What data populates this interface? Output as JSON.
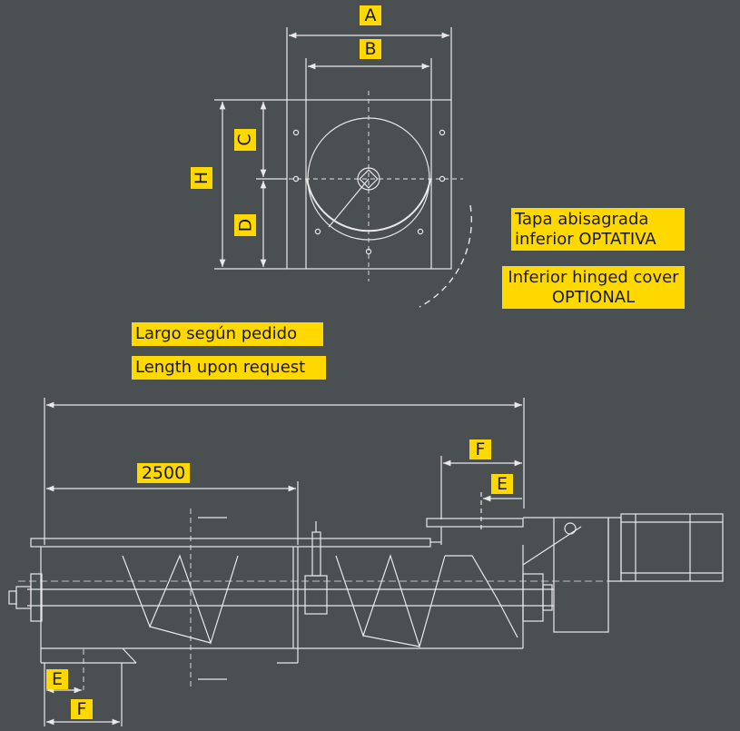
{
  "dimensions": {
    "a": "A",
    "b": "B",
    "c": "C",
    "d": "D",
    "h": "H",
    "f": "F",
    "e": "E",
    "section_length": "2500"
  },
  "notes": {
    "cover_es_line1": "Tapa abisagrada",
    "cover_es_line2": "inferior OPTATIVA",
    "cover_en_line1": "Inferior hinged cover",
    "cover_en_line2": "OPTIONAL",
    "length_es": "Largo según pedido",
    "length_en": "Length upon request"
  },
  "colors": {
    "background": "#4a4f52",
    "line": "#e8e8e8",
    "label_bg": "#ffd800"
  }
}
